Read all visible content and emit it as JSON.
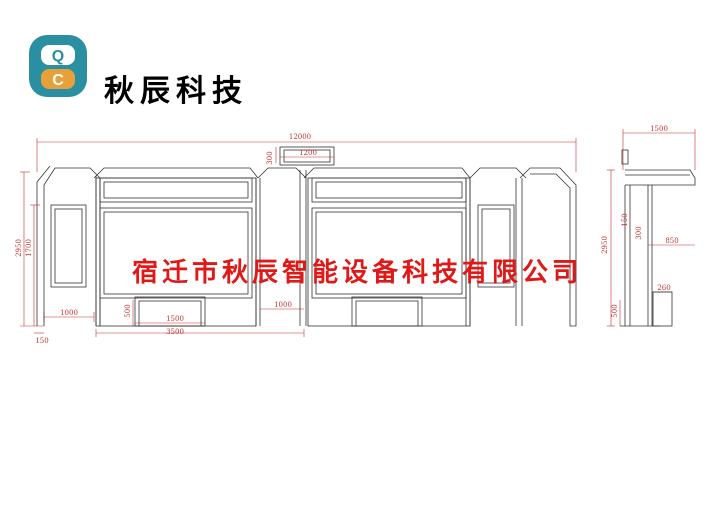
{
  "header": {
    "brand_name": "秋辰科技",
    "logo_letters": [
      "Q",
      "C"
    ],
    "logo_colors": {
      "outer": "#2a8fa0",
      "inner": "#e8a13a",
      "text": "#ffffff"
    }
  },
  "watermark": {
    "text": "宿迁市秋辰智能设备科技有限公司",
    "color": "#e01818"
  },
  "front_view": {
    "dimensions": {
      "total_width": "12000",
      "sign_height": "300",
      "sign_width": "1200",
      "total_height": "2950",
      "panel_height": "1700",
      "left_gap": "1000",
      "seat_height": "500",
      "seat_width": "1500",
      "module_width": "3500",
      "middle_gap": "1000",
      "base": "150"
    }
  },
  "side_view": {
    "dimensions": {
      "depth": "1500",
      "roof_offset": "150",
      "roof_thickness": "300",
      "total_height": "2950",
      "canopy_depth": "850",
      "seat_depth": "260",
      "seat_height": "500"
    }
  },
  "line_color": "#333333",
  "dim_color": "#c03030"
}
